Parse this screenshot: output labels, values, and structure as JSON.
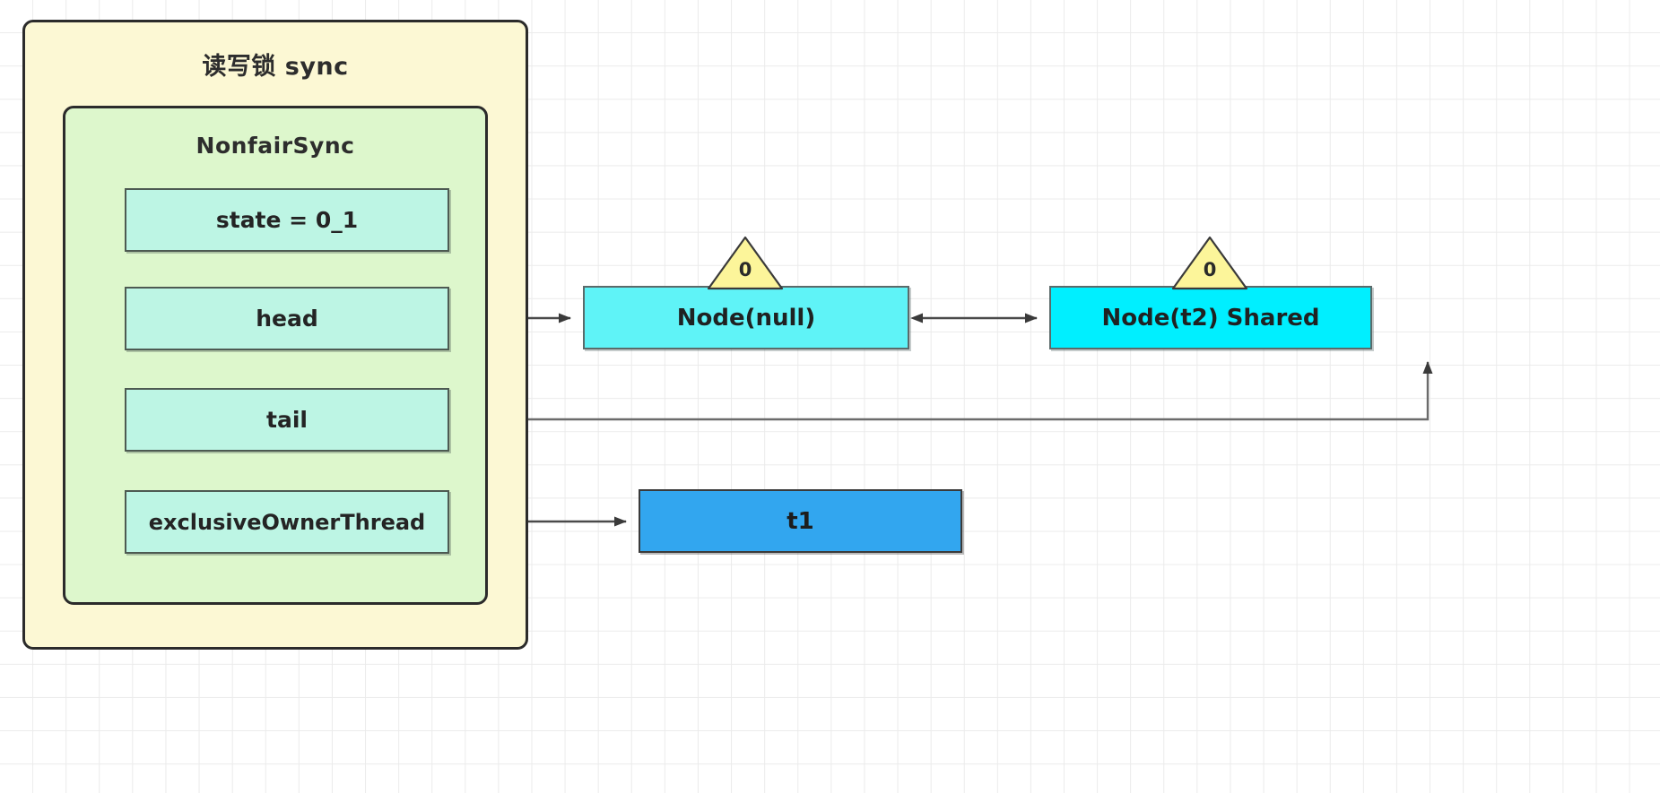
{
  "diagram": {
    "title": "读写锁 sync",
    "background": {
      "grid": "on",
      "grid_color": "#ebebeb",
      "page_color": "#ffffff"
    },
    "colors": {
      "outer_container_fill": "#fcf8d4",
      "inner_container_fill": "#ddf7cc",
      "field_fill": "#bdf5e4",
      "node_null_fill": "#5ff3f7",
      "node_shared_fill": "#00efff",
      "thread_fill": "#32a6ef",
      "waitstatus_fill": "#fcf59a",
      "border": "#2b2b2b",
      "connector": "#5a5a5a"
    }
  },
  "outer_container": {
    "title": "读写锁 sync"
  },
  "inner_container": {
    "title": "NonfairSync",
    "fields": [
      {
        "id": "state",
        "label": "state = 0_1"
      },
      {
        "id": "head",
        "label": "head"
      },
      {
        "id": "tail",
        "label": "tail"
      },
      {
        "id": "exclusiveOwnerThread",
        "label": "exclusiveOwnerThread"
      }
    ]
  },
  "nodes": [
    {
      "id": "node-null",
      "label": "Node(null)",
      "waitstatus": "0"
    },
    {
      "id": "node-t2",
      "label": "Node(t2) Shared",
      "waitstatus": "0"
    }
  ],
  "threads": [
    {
      "id": "t1",
      "label": "t1"
    }
  ],
  "connections": [
    {
      "from": "head",
      "to": "node-null",
      "style": "arrow"
    },
    {
      "from": "node-null",
      "to": "node-t2",
      "style": "double-arrow"
    },
    {
      "from": "tail",
      "to": "node-t2",
      "style": "arrow"
    },
    {
      "from": "exclusiveOwnerThread",
      "to": "t1",
      "style": "arrow"
    }
  ]
}
